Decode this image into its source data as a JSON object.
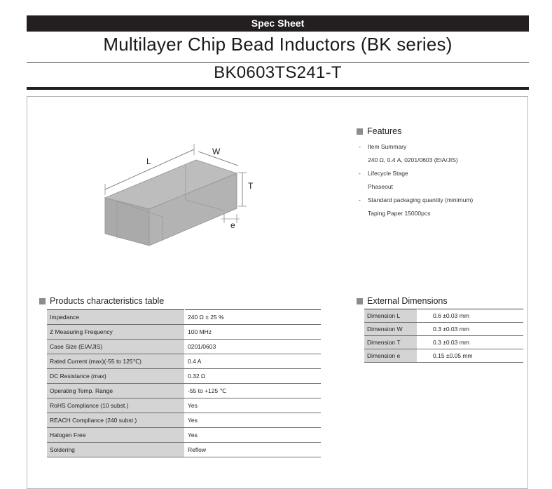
{
  "header": {
    "label": "Spec Sheet"
  },
  "title": "Multilayer Chip Bead Inductors (BK series)",
  "part_number": "BK0603TS241-T",
  "diagram": {
    "labels": {
      "L": "L",
      "W": "W",
      "T": "T",
      "e": "e"
    }
  },
  "features": {
    "title": "Features",
    "items": [
      {
        "label": "Item Summary",
        "value": "240 Ω, 0.4 A, 0201/0603 (EIA/JIS)"
      },
      {
        "label": "Lifecycle Stage",
        "value": "Phaseout"
      },
      {
        "label": "Standard packaging quantity (minimum)",
        "value": "Taping Paper 15000pcs"
      }
    ]
  },
  "characteristics": {
    "title": "Products characteristics table",
    "rows": [
      {
        "label": "Impedance",
        "value": "240 Ω ± 25 %"
      },
      {
        "label": "Z Measuring Frequency",
        "value": "100 MHz"
      },
      {
        "label": "Case Size (EIA/JIS)",
        "value": "0201/0603"
      },
      {
        "label": "Rated Current (max)(-55 to 125℃)",
        "value": "0.4 A"
      },
      {
        "label": "DC Resistance (max)",
        "value": "0.32 Ω"
      },
      {
        "label": "Operating Temp. Range",
        "value": "-55 to +125 ℃"
      },
      {
        "label": "RoHS Compliance (10 subst.)",
        "value": "Yes"
      },
      {
        "label": "REACH Compliance (240 subst.)",
        "value": "Yes"
      },
      {
        "label": "Halogen Free",
        "value": "Yes"
      },
      {
        "label": "Soldering",
        "value": "Reflow"
      }
    ]
  },
  "dimensions": {
    "title": "External Dimensions",
    "rows": [
      {
        "label": "Dimension L",
        "value": "0.6 ±0.03 mm"
      },
      {
        "label": "Dimension W",
        "value": "0.3 ±0.03 mm"
      },
      {
        "label": "Dimension T",
        "value": "0.3 ±0.03 mm"
      },
      {
        "label": "Dimension e",
        "value": "0.15 ±0.05 mm"
      }
    ]
  }
}
